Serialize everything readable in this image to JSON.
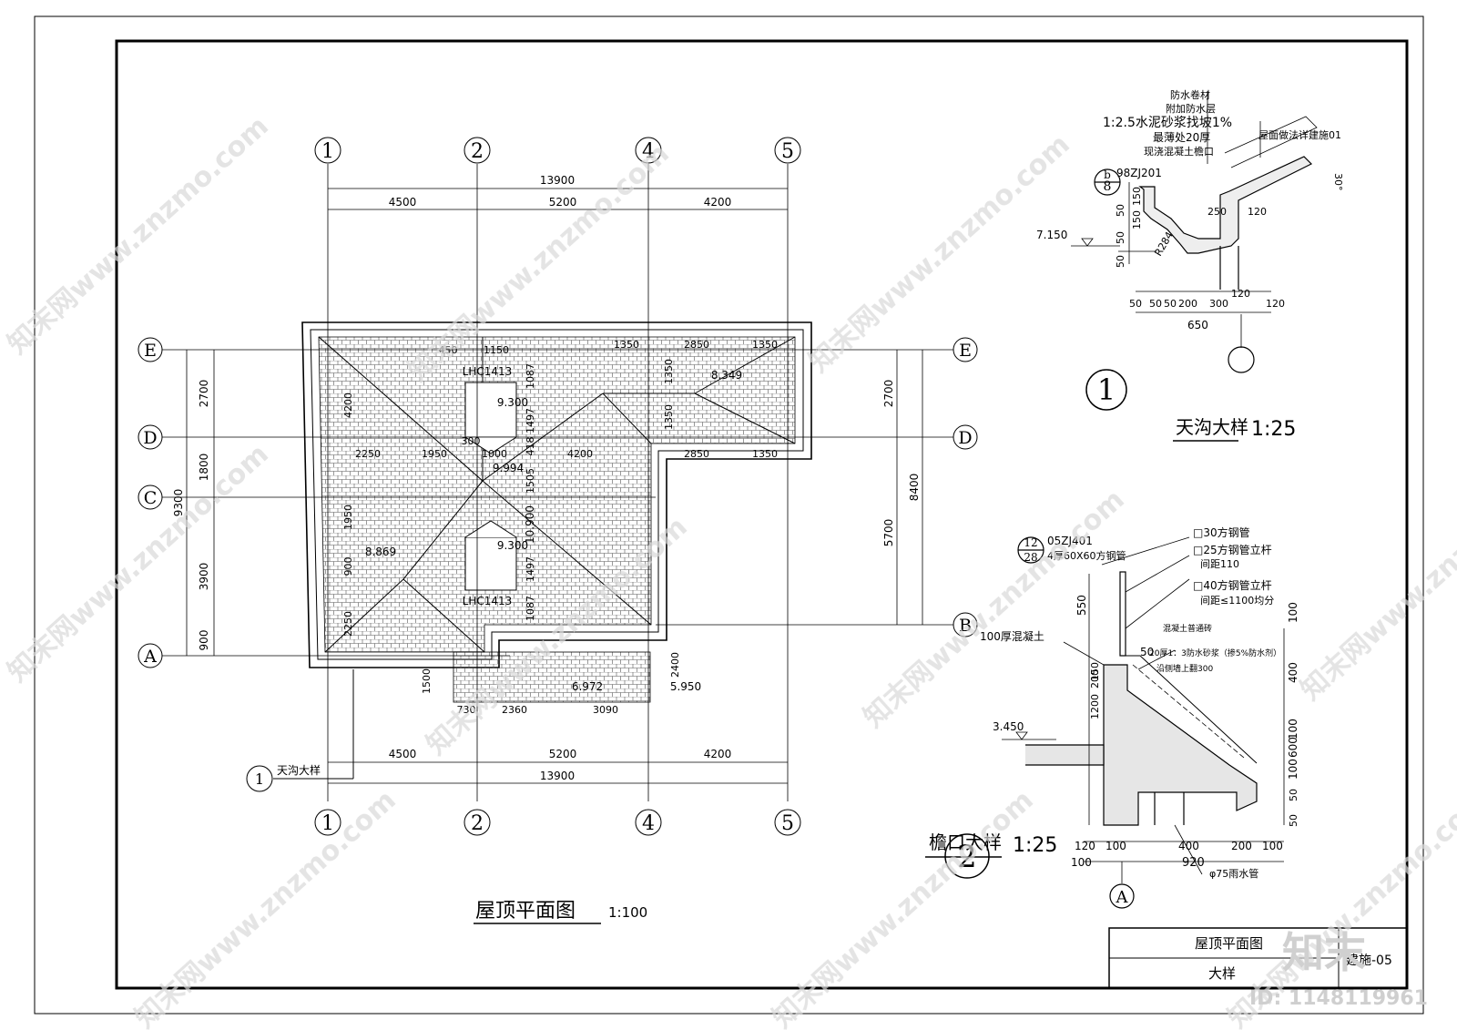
{
  "sheet": {
    "plan_title": "屋顶平面图",
    "plan_scale": "1:100",
    "detail1_title": "天沟大样",
    "detail1_scale": "1:25",
    "detail1_no": "1",
    "detail2_title": "檐口大样",
    "detail2_scale": "1:25",
    "detail2_no": "2",
    "title_block": {
      "title1": "屋顶平面图",
      "title2": "大样",
      "drawing_no": "建施-05"
    }
  },
  "grid_axes": {
    "columns": [
      "1",
      "2",
      "4",
      "5"
    ],
    "rows": [
      "E",
      "D",
      "C",
      "A",
      "B"
    ]
  },
  "plan": {
    "top_total": "13900",
    "top_segments": [
      "4500",
      "5200",
      "4200"
    ],
    "bottom_segments": [
      "4500",
      "5200",
      "4200"
    ],
    "bottom_total": "13900",
    "left_segments": [
      "2700",
      "1800",
      "3900",
      "900"
    ],
    "left_total": "9300",
    "right_segments": [
      "2700",
      "5700"
    ],
    "right_total": "8400",
    "interior_dims": [
      "450",
      "1150",
      "1087",
      "1350",
      "2850",
      "1350",
      "1350",
      "1350",
      "300",
      "1497",
      "2250",
      "1950",
      "1000",
      "418",
      "4200",
      "2850",
      "1350",
      "1505",
      "1950",
      "900",
      "2250",
      "1497",
      "1087",
      "4200",
      "1500",
      "2400",
      "730",
      "2360",
      "3090"
    ],
    "elevations": [
      "9.300",
      "8.349",
      "9.994",
      "10.900",
      "9.300",
      "8.869",
      "6.972",
      "5.950"
    ],
    "windows": [
      "LHC1413",
      "LHC1413"
    ],
    "callout_label": "天沟大样",
    "callout_no": "1"
  },
  "detail1": {
    "notes": [
      "防水卷材",
      "附加防水层",
      "1:2.5水泥砂浆找坡1%",
      "最薄处20厚",
      "现浇混凝土檐口"
    ],
    "ref_note": "屋面做法详建施01",
    "ref_code": "98ZJ201",
    "ref_no": "8",
    "ref_sheet": "b",
    "angle": "30°",
    "elevation": "7.150",
    "radius": "R284",
    "dims": [
      "250",
      "120",
      "50",
      "150",
      "50",
      "150",
      "50",
      "50",
      "50",
      "50",
      "200",
      "300",
      "120",
      "120",
      "650"
    ]
  },
  "detail2": {
    "notes": [
      "□30方钢管",
      "□25方钢管立杆",
      "间距110",
      "□40方钢管立杆",
      "间距≤1100均分",
      "混凝土普通砖",
      "20厚1：3防水砂浆（掺5%防水剂）",
      "沿侧墙上翻300",
      "100厚混凝土"
    ],
    "ref_code": "05ZJ401",
    "ref_no": "12",
    "ref_sheet": "28",
    "ref_note": "4厚60X60方钢管",
    "elevation": "3.450",
    "pipe": "φ75雨水管",
    "dims": [
      "550",
      "150",
      "50",
      "1200",
      "200",
      "100",
      "400",
      "100",
      "600",
      "100",
      "50",
      "50",
      "120",
      "100",
      "400",
      "200",
      "100",
      "100",
      "920"
    ],
    "axis": "A"
  },
  "watermark": {
    "text": "知末网www.znzmo.com",
    "logo": "知末",
    "id": "ID: 1148119961"
  }
}
